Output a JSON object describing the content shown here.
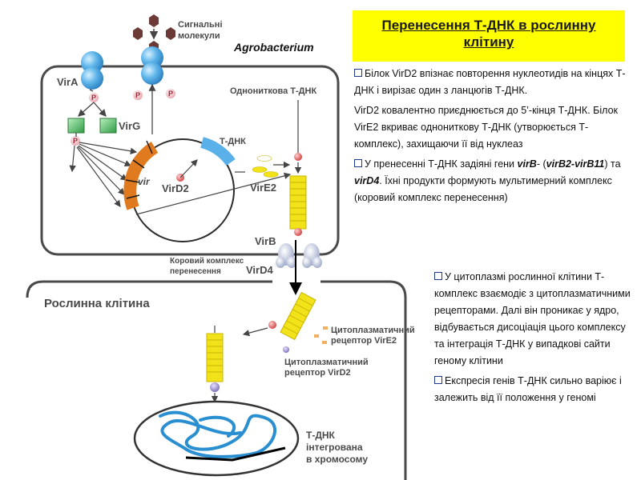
{
  "title": "Перенесення Т-ДНК в рослинну клітину",
  "labels": {
    "signal_molecules_1": "Сигнальні",
    "signal_molecules_2": "молекули",
    "agrobacterium": "Agrobacterium",
    "single_strand_tdna": "Однониткова Т-ДНК",
    "vira": "VirA",
    "virg": "VirG",
    "p": "P",
    "tdna": "Т-ДНК",
    "vir": "vir",
    "vird2": "VirD2",
    "vire2": "VirE2",
    "virb": "VirB",
    "vird4": "VirD4",
    "core_complex_1": "Коровий комплекс",
    "core_complex_2": "перенесення",
    "plant_cell": "Рослинна клітина",
    "cyto_rec_vire2_1": "Цитоплазматичний",
    "cyto_rec_vire2_2": "рецептор VirE2",
    "cyto_rec_vird2_1": "Цитоплазматичний",
    "cyto_rec_vird2_2": "рецептор VirD2",
    "integrated_1": "Т-ДНК",
    "integrated_2": "інтегрована",
    "integrated_3": "в хромосому"
  },
  "text_blocks": {
    "b1": "Білок VirD2 впізнає повторення нуклеотидів на кінцях Т-ДНК і вирізає один з ланцюгів Т-ДНК.",
    "b1_cont": "VirD2 ковалентно приєднюється до 5’-кінця Т-ДНК. Білок VirE2 вкриває однониткову Т-ДНК (утворюється Т-комплекс), захищаючи її від нуклеаз",
    "b2_pre": "У пренесенні Т-ДНК задіяні гени ",
    "b2_virb": "virB",
    "b2_mid1": "- (",
    "b2_range": "virB2-virB11",
    "b2_mid2": ") та ",
    "b2_vird4": "virD4",
    "b2_post": ". Їхні продукти формують мультимерний  комплекс (коровий комплекс перенесення)",
    "b3": "У цитоплазмі рослинної клітини Т-комплекс взаємодіє з цитоплазматичними рецепторами. Далі він проникає у ядро, відбувається дисоціація цього комплексу та інтеграція Т-ДНК у випадкові сайти геному клітини",
    "b4": "Експресія генів Т-ДНК сильно варіює і залежить від її положення у геномі"
  },
  "colors": {
    "title_bg": "#ffff00",
    "vir_region": "#e07a1e",
    "tdna": "#5ab0e8",
    "helix": "#f2e21a",
    "virg": "#3fae4e",
    "vira": "#4da6e0",
    "chromosome": "#2a8fd0",
    "signal": "#6b3a36"
  }
}
